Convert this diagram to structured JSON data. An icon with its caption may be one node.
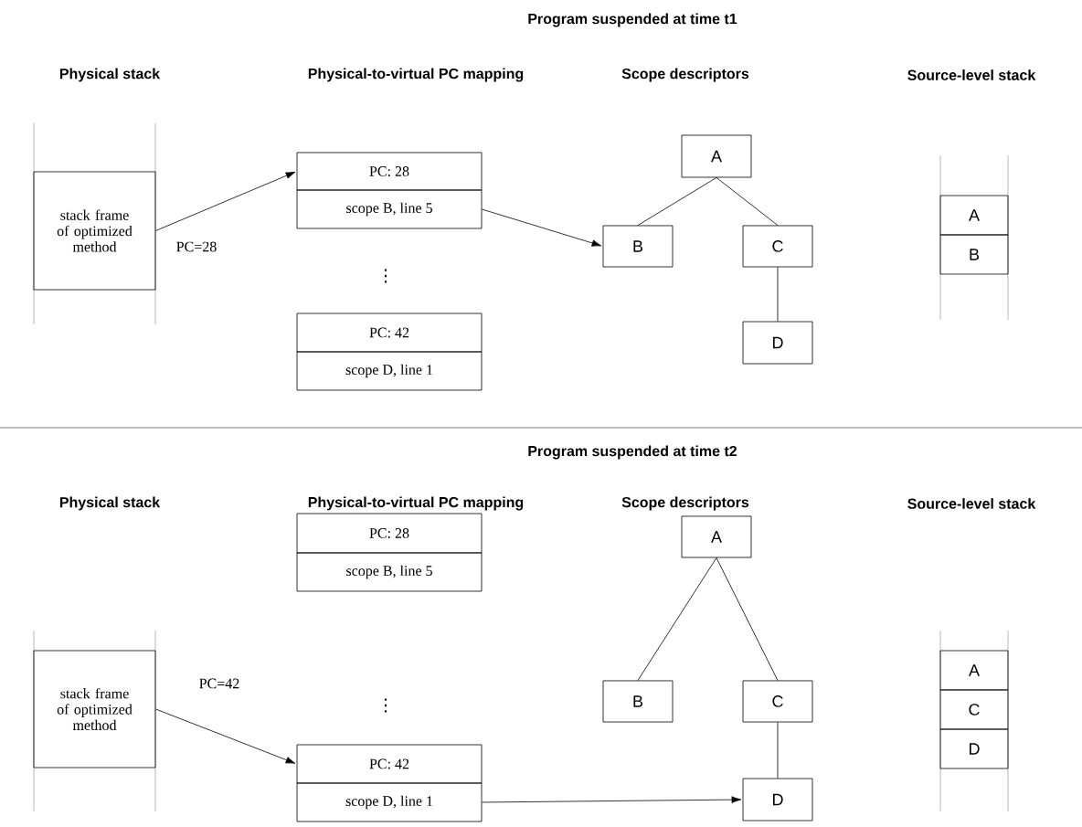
{
  "diagram": {
    "nodes": [
      {
        "text": [
          "stack frame of optimized method"
        ]
      },
      {
        "text": [
          "PC: 28"
        ]
      },
      {
        "text": [
          "scope B, line 5"
        ]
      },
      {
        "text": [
          "PC: 42"
        ]
      },
      {
        "text": [
          "scope D, line 1"
        ]
      },
      {
        "text": [
          "A"
        ]
      },
      {
        "text": [
          "B"
        ]
      },
      {
        "text": [
          "C"
        ]
      },
      {
        "text": [
          "D"
        ]
      },
      {
        "text": [
          "A"
        ]
      },
      {
        "text": [
          "B"
        ]
      },
      {
        "text": [
          "stack frame of optimized method"
        ]
      },
      {
        "text": [
          "PC: 28"
        ]
      },
      {
        "text": [
          "scope B, line 5"
        ]
      },
      {
        "text": [
          "PC: 42"
        ]
      },
      {
        "text": [
          "scope D, line 1"
        ]
      },
      {
        "text": [
          "A"
        ]
      },
      {
        "text": [
          "B"
        ]
      },
      {
        "text": [
          "C"
        ]
      },
      {
        "text": [
          "D"
        ]
      },
      {
        "text": [
          "A"
        ]
      },
      {
        "text": [
          "C"
        ]
      },
      {
        "text": [
          "D"
        ]
      }
    ],
    "edges": [
      {
        "from": 0,
        "to": 1,
        "arrow": "to",
        "label": "PC=28"
      },
      {
        "from": 2,
        "to": 6,
        "arrow": "to"
      },
      {
        "from": 5,
        "to": 6,
        "arrow": "none"
      },
      {
        "from": 5,
        "to": 7,
        "arrow": "none"
      },
      {
        "from": 7,
        "to": 8,
        "arrow": "none"
      },
      {
        "from": 11,
        "to": 14,
        "arrow": "to",
        "label": "PC=42"
      },
      {
        "from": 15,
        "to": 19,
        "arrow": "to"
      },
      {
        "from": 16,
        "to": 17,
        "arrow": "none"
      },
      {
        "from": 16,
        "to": 18,
        "arrow": "none"
      },
      {
        "from": 18,
        "to": 19,
        "arrow": "none"
      }
    ],
    "labels": [
      "Program suspended at time t1",
      "Physical stack",
      "Physical-to-virtual PC mapping",
      "Scope descriptors",
      "Source-level stack",
      "⋮",
      "Program suspended at time t2",
      "Physical stack",
      "Physical-to-virtual PC mapping",
      "Scope descriptors",
      "Source-level stack",
      "⋮"
    ]
  }
}
